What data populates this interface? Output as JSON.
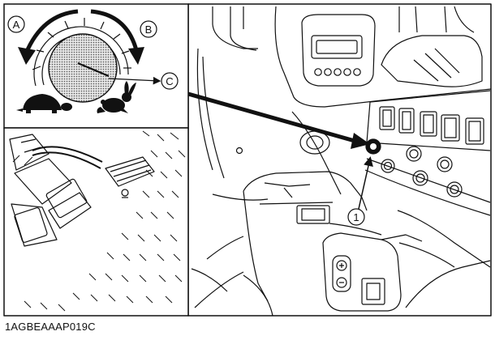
{
  "diagram": {
    "callouts": {
      "A": "A",
      "B": "B",
      "C": "C",
      "one": "1"
    },
    "reference_code": "1AGBEAAAP019C",
    "icons": {
      "slow": "turtle-icon",
      "fast": "rabbit-icon"
    },
    "colors": {
      "line": "#111111",
      "background": "#ffffff",
      "knob_fill": "#bdbdbd"
    }
  }
}
